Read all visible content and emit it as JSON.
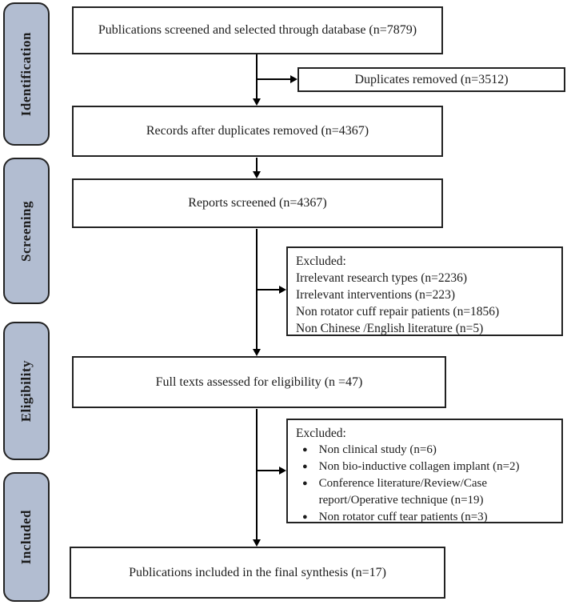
{
  "stages": {
    "identification": "Identification",
    "screening": "Screening",
    "eligibility": "Eligibility",
    "included": "Included"
  },
  "flow": {
    "screened": "Publications screened and selected through database (n=7879)",
    "duplicates_removed": "Duplicates removed (n=3512)",
    "records_after_duplicates": "Records after duplicates removed (n=4367)",
    "reports_screened": "Reports screened (n=4367)",
    "full_texts_assessed": "Full texts assessed for eligibility (n =47)",
    "final_included": "Publications included in the final synthesis (n=17)"
  },
  "excluded_screening": {
    "title": "Excluded:",
    "items": [
      "Irrelevant research types (n=2236)",
      "Irrelevant interventions (n=223)",
      "Non rotator cuff repair patients (n=1856)",
      "Non Chinese /English literature (n=5)"
    ]
  },
  "excluded_eligibility": {
    "title": "Excluded:",
    "bullet_glyph": "●",
    "items": [
      "Non clinical study (n=6)",
      "Non bio-inductive collagen implant (n=2)",
      "Conference literature/Review/Case report/Operative technique (n=19)",
      "Non rotator cuff tear patients (n=3)"
    ]
  },
  "colors": {
    "stage_fill": "#b2bdd1",
    "box_border": "#222222",
    "arrow": "#000000"
  }
}
